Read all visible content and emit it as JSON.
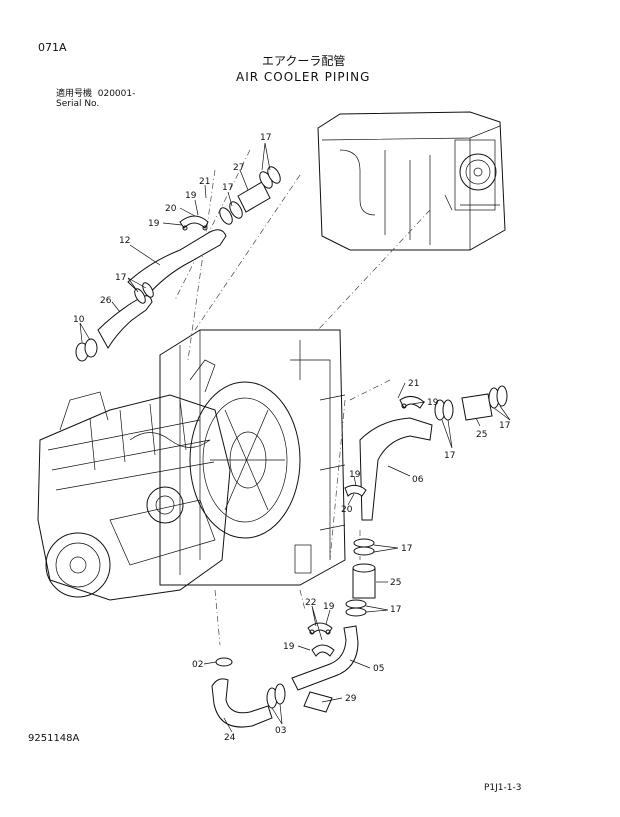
{
  "header": {
    "code": "071A",
    "title_jp": "エアクーラ配管",
    "title_en": "AIR COOLER PIPING",
    "serial_jp": "適用号機",
    "serial_value": "020001-",
    "serial_en": "Serial No."
  },
  "footer": {
    "figure_number": "9251148A",
    "page_ref": "P1J1-1-3"
  },
  "callouts": [
    "17",
    "27",
    "21",
    "17",
    "19",
    "20",
    "19",
    "12",
    "17",
    "26",
    "10",
    "21",
    "19",
    "25",
    "17",
    "17",
    "06",
    "19",
    "20",
    "17",
    "25",
    "22",
    "19",
    "17",
    "19",
    "02",
    "05",
    "29",
    "03",
    "24"
  ]
}
